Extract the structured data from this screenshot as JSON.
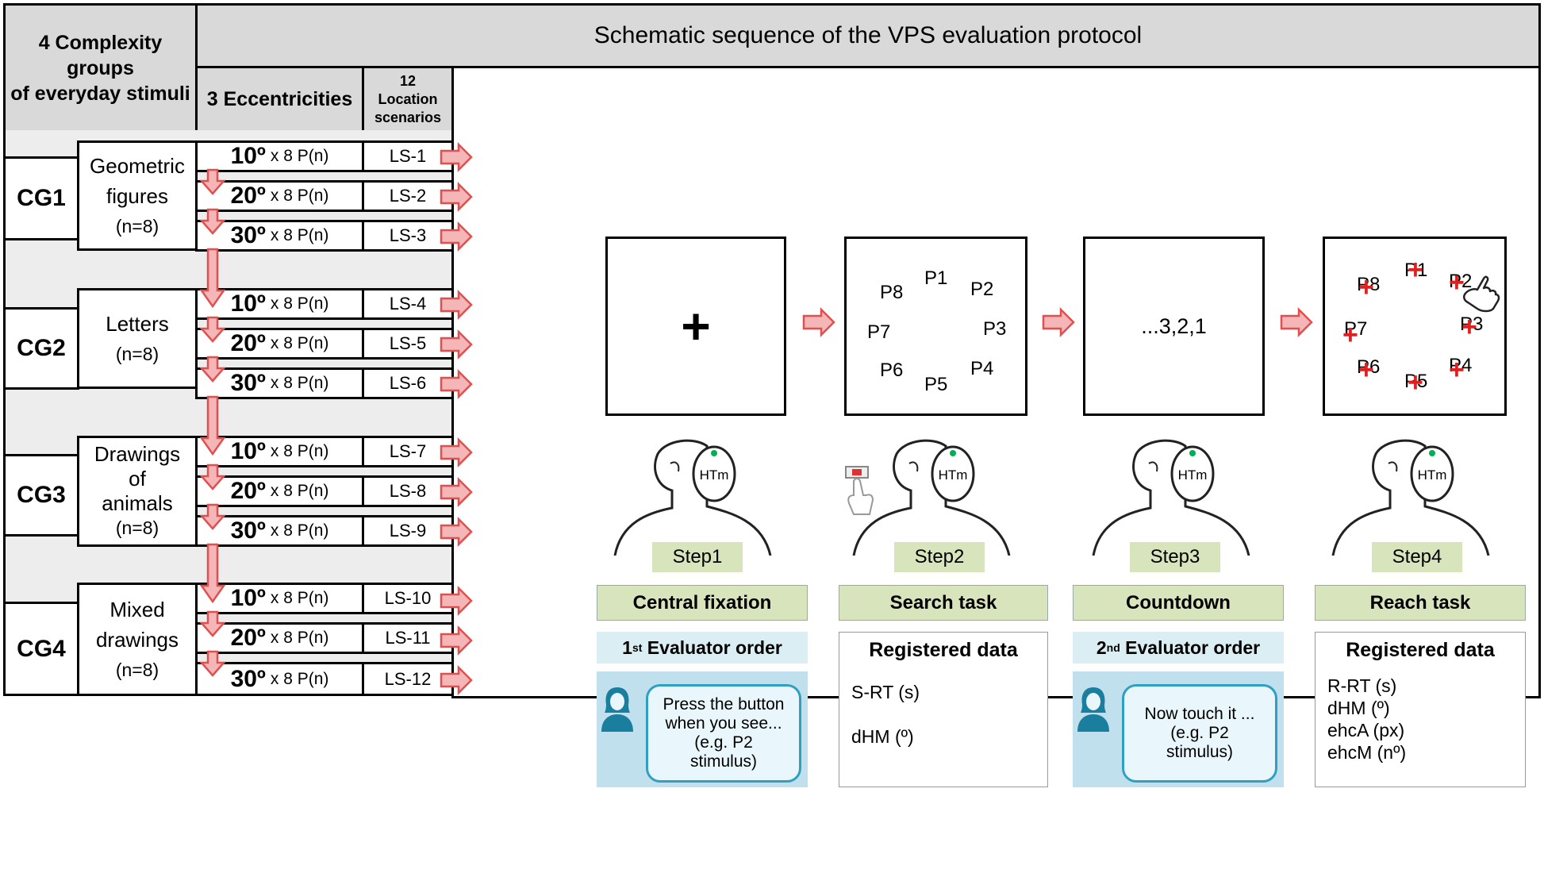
{
  "header": {
    "groups_title": [
      "4 Complexity",
      "groups",
      "of everyday stimuli"
    ],
    "protocol_title": "Schematic sequence of the VPS evaluation protocol",
    "eccentricities_title": "3 Eccentricities",
    "location_title": [
      "12",
      "Location",
      "scenarios"
    ]
  },
  "groups": [
    {
      "code": "CG1",
      "label": [
        "Geometric",
        "figures",
        "(n=8)"
      ]
    },
    {
      "code": "CG2",
      "label": [
        "Letters",
        "(n=8)"
      ]
    },
    {
      "code": "CG3",
      "label": [
        "Drawings",
        "of",
        "animals",
        "(n=8)"
      ]
    },
    {
      "code": "CG4",
      "label": [
        "Mixed",
        "drawings",
        "(n=8)"
      ]
    }
  ],
  "rows": [
    {
      "ecc": "10º",
      "mult": "x 8 P(n)",
      "ls": "LS-1"
    },
    {
      "ecc": "20º",
      "mult": "x 8 P(n)",
      "ls": "LS-2"
    },
    {
      "ecc": "30º",
      "mult": "x 8 P(n)",
      "ls": "LS-3"
    },
    {
      "ecc": "10º",
      "mult": "x 8 P(n)",
      "ls": "LS-4"
    },
    {
      "ecc": "20º",
      "mult": "x 8 P(n)",
      "ls": "LS-5"
    },
    {
      "ecc": "30º",
      "mult": "x 8 P(n)",
      "ls": "LS-6"
    },
    {
      "ecc": "10º",
      "mult": "x 8 P(n)",
      "ls": "LS-7"
    },
    {
      "ecc": "20º",
      "mult": "x 8 P(n)",
      "ls": "LS-8"
    },
    {
      "ecc": "30º",
      "mult": "x 8 P(n)",
      "ls": "LS-9"
    },
    {
      "ecc": "10º",
      "mult": "x 8 P(n)",
      "ls": "LS-10"
    },
    {
      "ecc": "20º",
      "mult": "x 8 P(n)",
      "ls": "LS-11"
    },
    {
      "ecc": "30º",
      "mult": "x 8 P(n)",
      "ls": "LS-12"
    }
  ],
  "screens": {
    "fixation_symbol": "+",
    "positions": [
      "P1",
      "P2",
      "P3",
      "P4",
      "P5",
      "P6",
      "P7",
      "P8"
    ],
    "countdown": "...3,2,1"
  },
  "head_label": "HTm",
  "steps": [
    {
      "step": "Step1",
      "task": "Central fixation"
    },
    {
      "step": "Step2",
      "task": "Search task"
    },
    {
      "step": "Step3",
      "task": "Countdown"
    },
    {
      "step": "Step4",
      "task": "Reach task"
    }
  ],
  "evaluator_orders": [
    {
      "num": "1",
      "sup": "st",
      "rest": " Evaluator order",
      "speech": [
        "Press the button",
        "when you see...",
        "(e.g. P2",
        "stimulus)"
      ]
    },
    {
      "num": "2",
      "sup": "nd",
      "rest": " Evaluator order",
      "speech": [
        "Now touch it ...",
        "(e.g. P2",
        "stimulus)"
      ]
    }
  ],
  "registered": [
    {
      "title": "Registered data",
      "lines": [
        "S-RT (s)",
        "dHM (º)"
      ]
    },
    {
      "title": "Registered data",
      "lines": [
        "R-RT (s)",
        "dHM (º)",
        "ehcA (px)",
        "ehcM (nº)"
      ]
    }
  ],
  "colors": {
    "header_bg": "#d9d9d9",
    "arrow_fill": "#f4b6b6",
    "arrow_stroke": "#e05050",
    "step_bg": "#d8e4bc",
    "order_bg": "#dbeef4",
    "bubble_stroke": "#31a0c0",
    "cross": "#e02020",
    "head_dot": "#00b050"
  }
}
